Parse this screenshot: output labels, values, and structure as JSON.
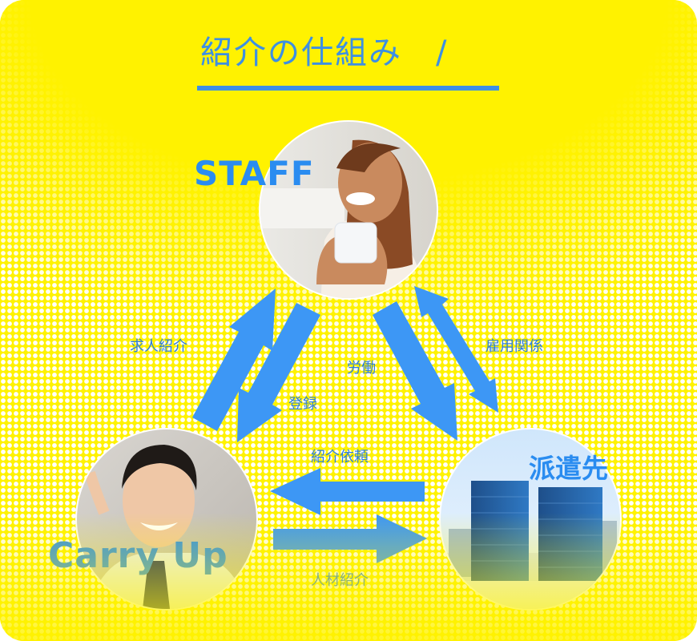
{
  "header": {
    "title": "紹介の仕組み　/"
  },
  "nodes": {
    "staff": "STAFF",
    "client": "派遣先",
    "company": "Carry Up"
  },
  "edges": {
    "recruit_intro": "求人紹介",
    "register": "登録",
    "labor": "労働",
    "employment": "雇用関係",
    "referral_request": "紹介依頼",
    "talent_intro": "人材紹介"
  },
  "colors": {
    "background": "#fff200",
    "accent": "#3d8fe3",
    "arrow": "#3d97f5"
  }
}
